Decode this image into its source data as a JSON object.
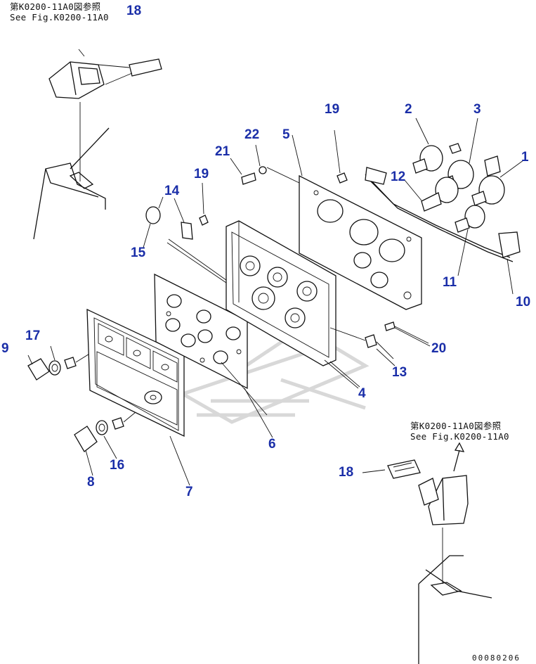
{
  "refs": {
    "top_left": {
      "line1": "第K0200-11A0図参照",
      "line2": "See Fig.K0200-11A0"
    },
    "bottom_right": {
      "line1": "第K0200-11A0図参照",
      "line2": "See Fig.K0200-11A0"
    }
  },
  "callouts": {
    "c1": "1",
    "c2": "2",
    "c3": "3",
    "c4": "4",
    "c5": "5",
    "c6": "6",
    "c7": "7",
    "c8": "8",
    "c9": "9",
    "c10": "10",
    "c11": "11",
    "c12": "12",
    "c13": "13",
    "c14": "14",
    "c15": "15",
    "c16": "16",
    "c17": "17",
    "c18": "18",
    "c19": "19",
    "c20": "20",
    "c21": "21",
    "c22": "22"
  },
  "drawing_number": "00080206",
  "colors": {
    "callout": "#1a2ea8",
    "line": "#111111",
    "background": "#ffffff"
  }
}
